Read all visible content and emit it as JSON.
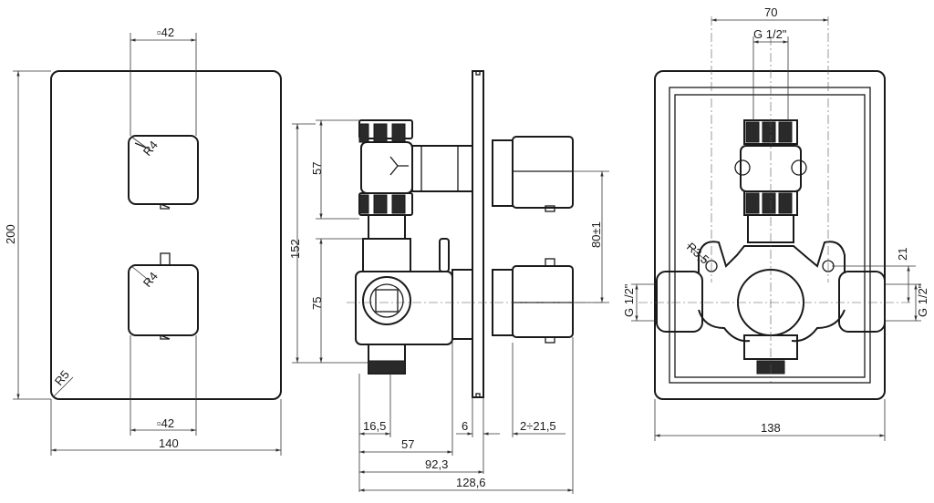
{
  "front_view": {
    "sq_top": "▫42",
    "sq_bottom": "▫42",
    "width": "140",
    "height": "200",
    "radius_handle_top": "R4",
    "radius_handle_bottom": "R4",
    "radius_plate": "R5"
  },
  "side_view": {
    "h57": "57",
    "h152": "152",
    "h75": "75",
    "h80": "80±1",
    "w16_5": "16,5",
    "w6": "6",
    "w2_21_5": "2÷21,5",
    "w57": "57",
    "w92_3": "92,3",
    "w128_6": "128,6"
  },
  "back_view": {
    "w70": "70",
    "g_top": "G 1/2\"",
    "g_left": "G 1/2\"",
    "g_right": "G 1/2\"",
    "r3_5": "R3,5",
    "h21": "21",
    "w138": "138"
  }
}
